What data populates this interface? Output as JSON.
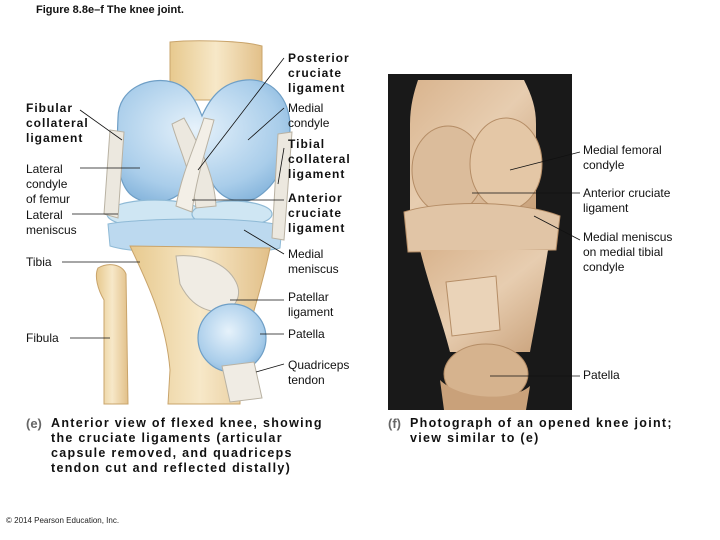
{
  "title": "Figure 8.8e–f  The knee joint.",
  "labels_e_left": {
    "fibular_collateral": "Fibular\ncollateral\nligament",
    "lateral_condyle": "Lateral\ncondyle\nof femur",
    "lateral_meniscus": "Lateral\nmeniscus",
    "tibia": "Tibia",
    "fibula": "Fibula"
  },
  "labels_e_right": {
    "posterior_cruciate": "Posterior\ncruciate\nligament",
    "medial_condyle": "Medial\ncondyle",
    "tibial_collateral": "Tibial\ncollateral\nligament",
    "anterior_cruciate": "Anterior\ncruciate\nligament",
    "medial_meniscus": "Medial\nmeniscus",
    "patellar_ligament": "Patellar\nligament",
    "patella": "Patella",
    "quadriceps_tendon": "Quadriceps\ntendon"
  },
  "labels_f": {
    "medial_femoral_condyle": "Medial femoral\ncondyle",
    "anterior_cruciate": "Anterior cruciate\nligament",
    "medial_meniscus_tibial": "Medial meniscus\non medial tibial\ncondyle",
    "patella": "Patella"
  },
  "captions": {
    "e_letter": "(e)",
    "e_text": "Anterior view of flexed knee, showing\nthe cruciate ligaments (articular\ncapsule removed, and quadriceps\ntendon cut and reflected distally)",
    "f_letter": "(f)",
    "f_text": "Photograph of an opened knee joint;\nview similar to (e)"
  },
  "copyright": "© 2014 Pearson Education, Inc.",
  "colors": {
    "cartilage": "#bcd9ef",
    "bone": "#f1ddb4",
    "ligament": "#e9e4da",
    "photo_bg": "#191919",
    "tissue": "#dcb996"
  }
}
